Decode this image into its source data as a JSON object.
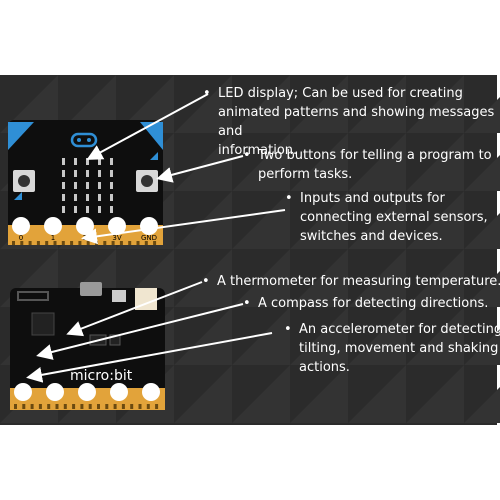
{
  "board_front": {
    "pin_labels": [
      "0",
      "1",
      "2",
      "3V",
      "GND"
    ],
    "led_rows": 5,
    "led_cols": 5
  },
  "board_back": {
    "logo": "micro:bit"
  },
  "callouts": [
    {
      "lines": [
        "LED display; Can be used for creating",
        "animated patterns and showing messages and",
        "information."
      ]
    },
    {
      "lines": [
        "Two buttons for telling a program to",
        "perform tasks."
      ]
    },
    {
      "lines": [
        "Inputs and outputs for",
        "connecting external sensors,",
        "switches and devices."
      ]
    },
    {
      "lines": [
        "A thermometer for measuring temperature."
      ]
    },
    {
      "lines": [
        "A compass for detecting directions."
      ]
    },
    {
      "lines": [
        "An accelerometer for detecting",
        "tilting, movement and shaking",
        "actions."
      ]
    }
  ],
  "colors": {
    "background_dark": "#2b2b2b",
    "background_tri": "#333333",
    "board_black": "#0e0e0e",
    "accent_blue": "#2f8fd6",
    "pad_gold": "#e2a33a",
    "text": "#ffffff"
  }
}
